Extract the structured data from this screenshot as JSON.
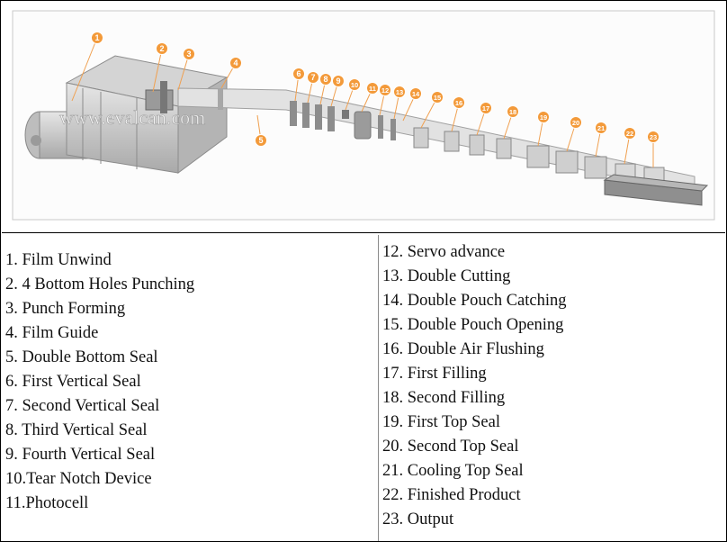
{
  "diagram": {
    "watermark": "www.evalcan.com",
    "markers": [
      "1",
      "2",
      "3",
      "4",
      "5",
      "6",
      "7",
      "8",
      "9",
      "10",
      "11",
      "12",
      "13",
      "14",
      "15",
      "16",
      "17",
      "18",
      "19",
      "20",
      "21",
      "22",
      "23"
    ]
  },
  "legend": {
    "left": [
      "1. Film Unwind",
      "2. 4 Bottom Holes Punching",
      "3. Punch Forming",
      "4. Film Guide",
      "5. Double Bottom Seal",
      "6. First Vertical Seal",
      "7. Second Vertical Seal",
      "8. Third Vertical Seal",
      "9. Fourth Vertical Seal",
      "10.Tear Notch Device",
      "11.Photocell"
    ],
    "right": [
      "12. Servo advance",
      "13. Double Cutting",
      "14. Double Pouch Catching",
      "15. Double Pouch Opening",
      "16. Double Air Flushing",
      "17. First Filling",
      "18. Second Filling",
      "19. First Top Seal",
      "20. Second Top Seal",
      "21. Cooling Top Seal",
      "22. Finished Product",
      "23. Output"
    ]
  }
}
